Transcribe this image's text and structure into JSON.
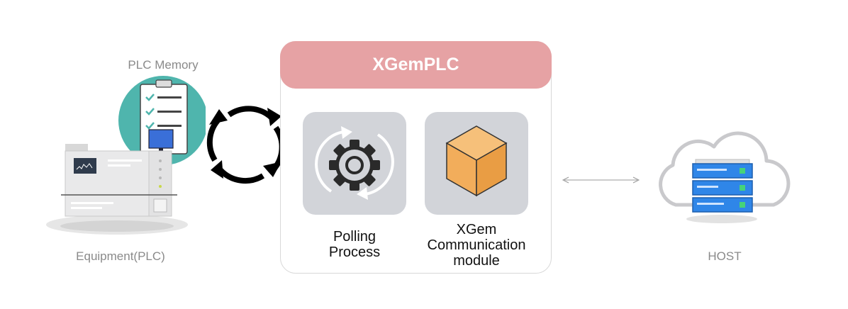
{
  "labels": {
    "plc_memory": "PLC Memory",
    "equipment": "Equipment(PLC)",
    "host": "HOST"
  },
  "panel": {
    "title": "XGemPLC",
    "modules": [
      {
        "line1": "Polling",
        "line2": "Process",
        "line3": ""
      },
      {
        "line1": "XGem",
        "line2": "Communication",
        "line3": "module"
      }
    ]
  },
  "colors": {
    "header": "#e6a2a4",
    "tile": "#d2d4d9",
    "memory_circle": "#4fb5ad",
    "cube": "#f2ad5b",
    "server_accent": "#2f86e8"
  },
  "icons": [
    "clipboard-icon",
    "monitor-icon",
    "sync-arrows-icon",
    "gear-icon",
    "cube-icon",
    "cloud-icon",
    "server-icon",
    "double-arrow-icon",
    "plc-cabinet-icon"
  ]
}
